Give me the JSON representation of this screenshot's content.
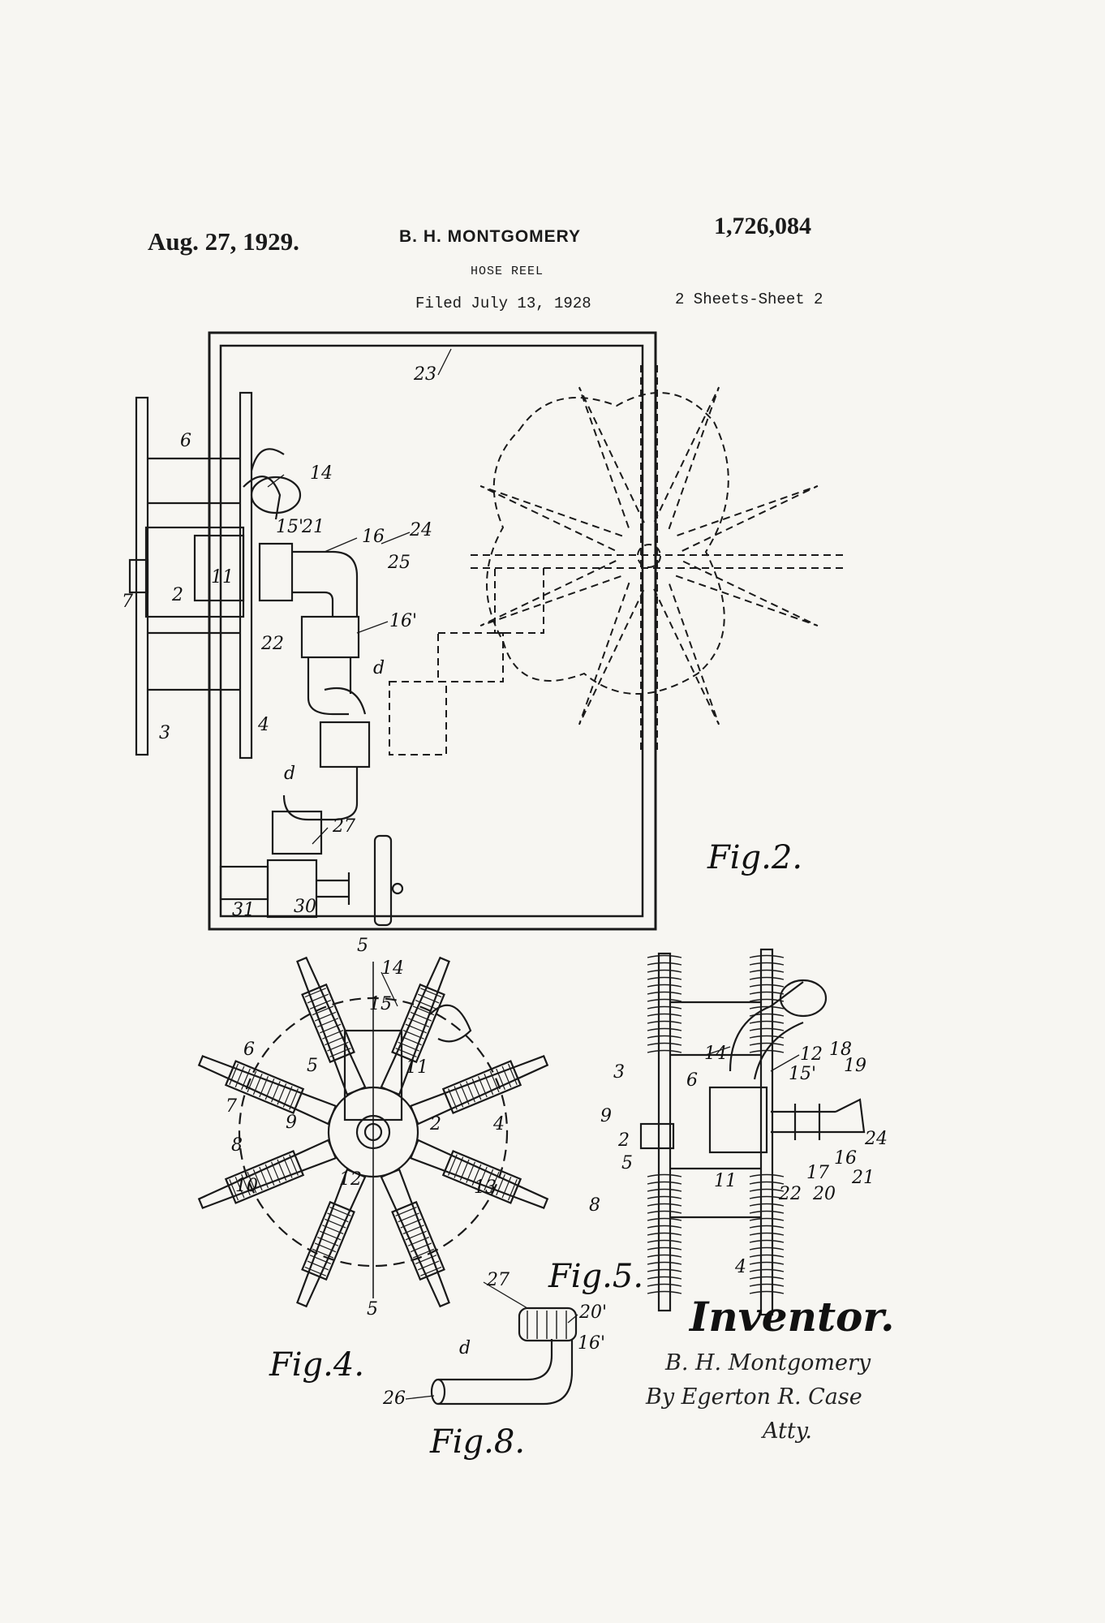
{
  "header": {
    "date": "Aug. 27, 1929.",
    "inventor": "B. H. MONTGOMERY",
    "patent_number": "1,726,084",
    "title": "HOSE REEL",
    "filed": "Filed July 13, 1928",
    "sheets": "2 Sheets-Sheet 2"
  },
  "figures": {
    "fig2": "Fig.2.",
    "fig4": "Fig.4.",
    "fig5": "Fig.5.",
    "fig8": "Fig.8."
  },
  "fig2_labels": {
    "l23": "23",
    "l6": "6",
    "l14": "14",
    "l15p": "15'",
    "l21": "21",
    "l16": "16",
    "l24": "24",
    "l25": "25",
    "l11": "11",
    "l7": "7",
    "l2": "2",
    "l22": "22",
    "l16p": "16'",
    "ld1": "d",
    "l3": "3",
    "l4": "4",
    "ld2": "d",
    "l27": "27",
    "l31": "31",
    "l30": "30"
  },
  "fig4_labels": {
    "l5top": "5",
    "l14": "14",
    "l15": "15",
    "l6": "6",
    "l5a": "5",
    "l11": "11",
    "l7": "7",
    "l9": "9",
    "l2": "2",
    "l4": "4",
    "l8": "8",
    "l12": "12",
    "l10": "10",
    "l13": "13",
    "l5bot": "5"
  },
  "fig5_labels": {
    "l14": "14",
    "l12": "12",
    "l18": "18",
    "l19": "19",
    "l3": "3",
    "l15p": "15'",
    "l6": "6",
    "l9": "9",
    "l2": "2",
    "l24": "24",
    "l5": "5",
    "l16": "16",
    "l17": "17",
    "l21": "21",
    "l22": "22",
    "l20": "20",
    "l11": "11",
    "l8": "8",
    "l4": "4"
  },
  "fig8_labels": {
    "l27": "27",
    "l20p": "20'",
    "ld": "d",
    "l16p": "16'",
    "l26": "26"
  },
  "signature": {
    "heading": "Inventor.",
    "name": "B. H. Montgomery",
    "by": "By Egerton R. Case",
    "atty": "Atty."
  }
}
